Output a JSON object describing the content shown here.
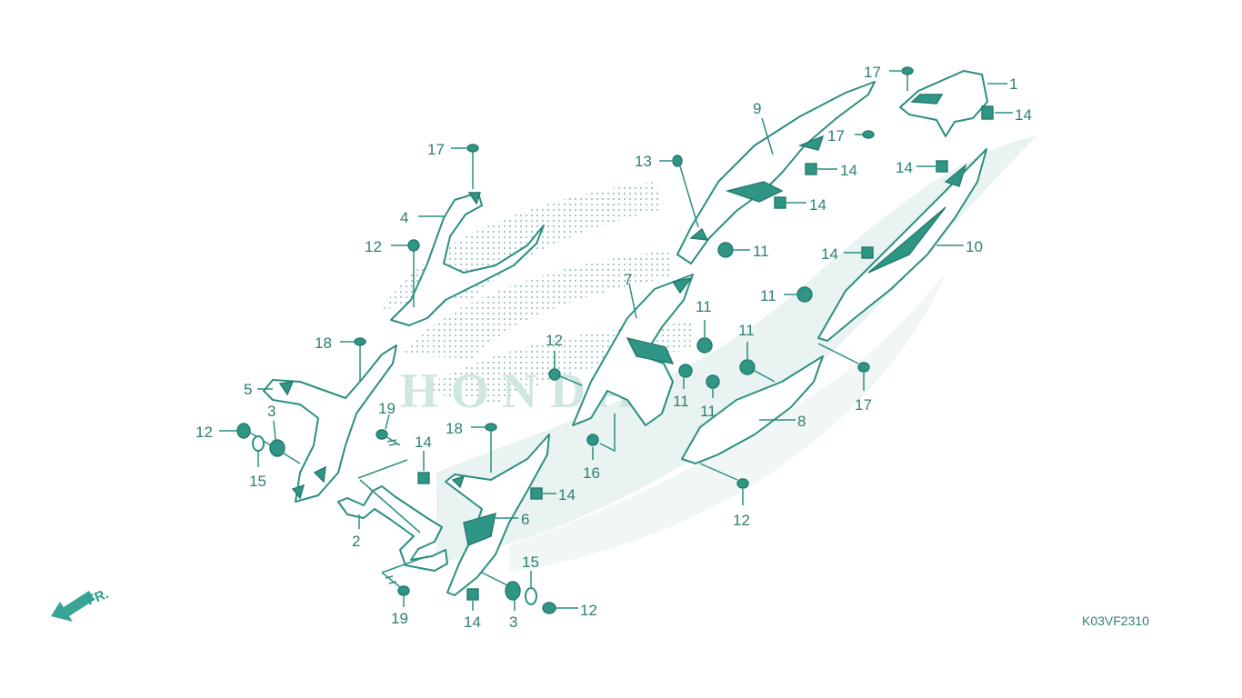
{
  "diagram": {
    "watermark_text": "HONDA",
    "diagram_code": "K03VF2310",
    "front_arrow_label": "FR.",
    "colors": {
      "line": "#2b8f80",
      "fill": "#2f9686",
      "watermark": "#cfe6e2",
      "background": "#ffffff"
    },
    "callouts": {
      "c1": "1",
      "c2": "2",
      "c3a": "3",
      "c3b": "3",
      "c4": "4",
      "c5": "5",
      "c6": "6",
      "c7": "7",
      "c8": "8",
      "c9": "9",
      "c10": "10",
      "c11a": "11",
      "c11b": "11",
      "c11c": "11",
      "c11d": "11",
      "c11e": "11",
      "c11f": "11",
      "c12a": "12",
      "c12b": "12",
      "c12c": "12",
      "c12d": "12",
      "c12e": "12",
      "c13": "13",
      "c14a": "14",
      "c14b": "14",
      "c14c": "14",
      "c14d": "14",
      "c14e": "14",
      "c14f": "14",
      "c14g": "14",
      "c14h": "14",
      "c15a": "15",
      "c15b": "15",
      "c16": "16",
      "c17a": "17",
      "c17b": "17",
      "c17c": "17",
      "c17d": "17",
      "c18a": "18",
      "c18b": "18",
      "c19a": "19",
      "c19b": "19"
    }
  }
}
